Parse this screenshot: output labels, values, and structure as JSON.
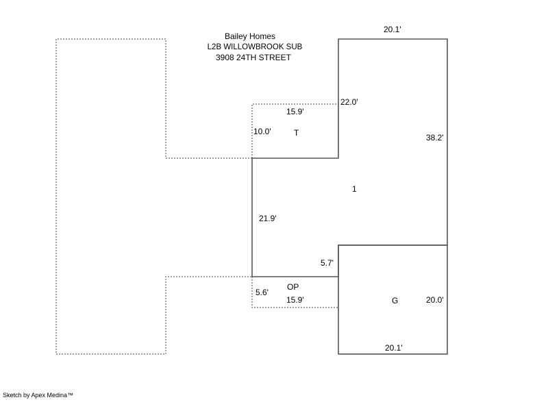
{
  "header": {
    "line1": "Bailey Homes",
    "line2": "L2B WILLOWBROOK SUB",
    "line3": "3908 24TH STREET"
  },
  "footer": "Sketch by Apex Medina™",
  "areas": {
    "main": {
      "label": "1",
      "dims": {
        "top": "20.1'",
        "right": "38.2'",
        "left": "21.9'",
        "step": "22.0'"
      }
    },
    "terrace": {
      "label": "T",
      "dims": {
        "top": "15.9'",
        "left": "10.0'"
      }
    },
    "porch": {
      "label": "OP",
      "dims": {
        "top": "5.7'",
        "left": "5.6'",
        "bottom": "15.9'"
      }
    },
    "garage": {
      "label": "G",
      "dims": {
        "right": "20.0'",
        "bottom": "20.1'"
      }
    }
  },
  "colors": {
    "solid": "#555555",
    "dashed": "#666666"
  }
}
